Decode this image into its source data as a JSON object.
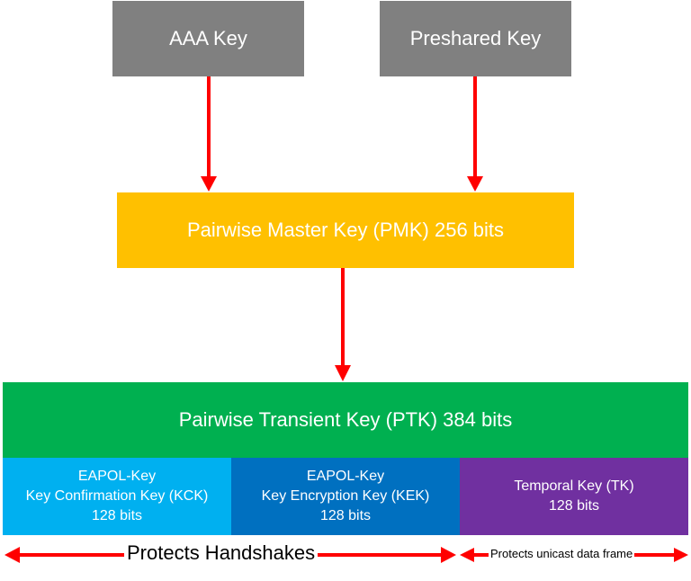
{
  "boxes": {
    "aaa_key": "AAA Key",
    "preshared_key": "Preshared Key",
    "pmk": "Pairwise Master Key (PMK) 256 bits",
    "ptk": "Pairwise Transient Key (PTK) 384 bits",
    "kck": {
      "line1": "EAPOL-Key",
      "line2": "Key Confirmation Key (KCK)",
      "line3": "128 bits"
    },
    "kek": {
      "line1": "EAPOL-Key",
      "line2": "Key Encryption Key (KEK)",
      "line3": "128 bits"
    },
    "tk": {
      "line1": "Temporal Key (TK)",
      "line2": "128 bits"
    }
  },
  "labels": {
    "protects_handshakes": "Protects Handshakes",
    "protects_unicast": "Protects unicast data frame"
  },
  "colors": {
    "grey_box": "#808080",
    "pmk": "#ffc000",
    "ptk": "#00b050",
    "kck": "#00b0f0",
    "kek": "#0070c0",
    "tk": "#7030a0",
    "arrow": "#ff0000"
  }
}
